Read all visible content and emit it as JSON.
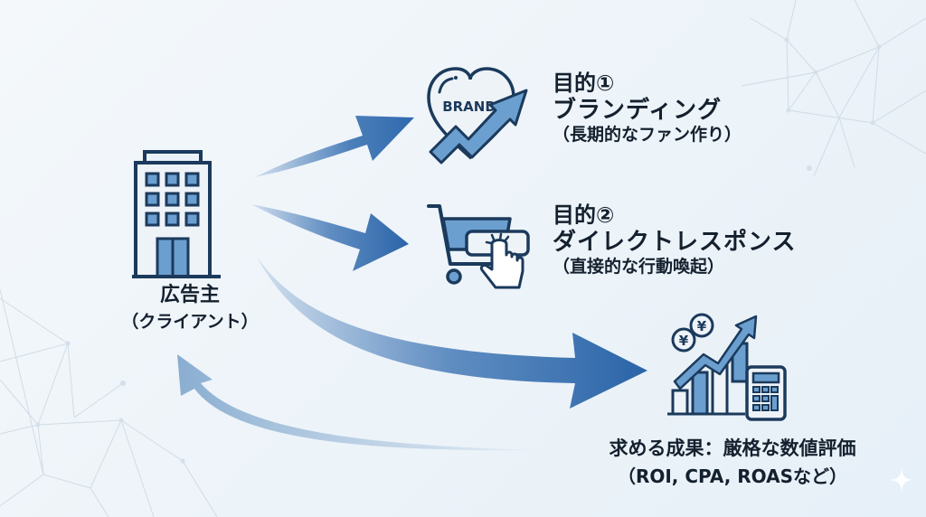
{
  "colors": {
    "primary": "#2f6aae",
    "dark_stroke": "#1b3a5c",
    "icon_fill": "#6b9fcf",
    "light_fill": "#eaf1f8",
    "text": "#14202e"
  },
  "advertiser": {
    "icon": "office-building-icon",
    "title": "広告主",
    "subtitle": "（クライアント）"
  },
  "goals": [
    {
      "icon": "brand-heart-growth-icon",
      "icon_text": "BRAND",
      "heading": "目的①",
      "name": "ブランディング",
      "description": "（長期的なファン作り）"
    },
    {
      "icon": "shopping-cart-click-icon",
      "heading": "目的②",
      "name": "ダイレクトレスポンス",
      "description": "（直接的な行動喚起）"
    }
  ],
  "result": {
    "icon": "growth-chart-calculator-icon",
    "coin_symbol": "¥",
    "title": "求める成果：厳格な数値評価",
    "subtitle": "（ROI, CPA, ROASなど）"
  },
  "arrows": [
    {
      "from": "advertiser",
      "to": "goal-1"
    },
    {
      "from": "advertiser",
      "to": "goal-2"
    },
    {
      "from": "advertiser",
      "to": "result"
    },
    {
      "from": "result",
      "to": "advertiser"
    }
  ]
}
